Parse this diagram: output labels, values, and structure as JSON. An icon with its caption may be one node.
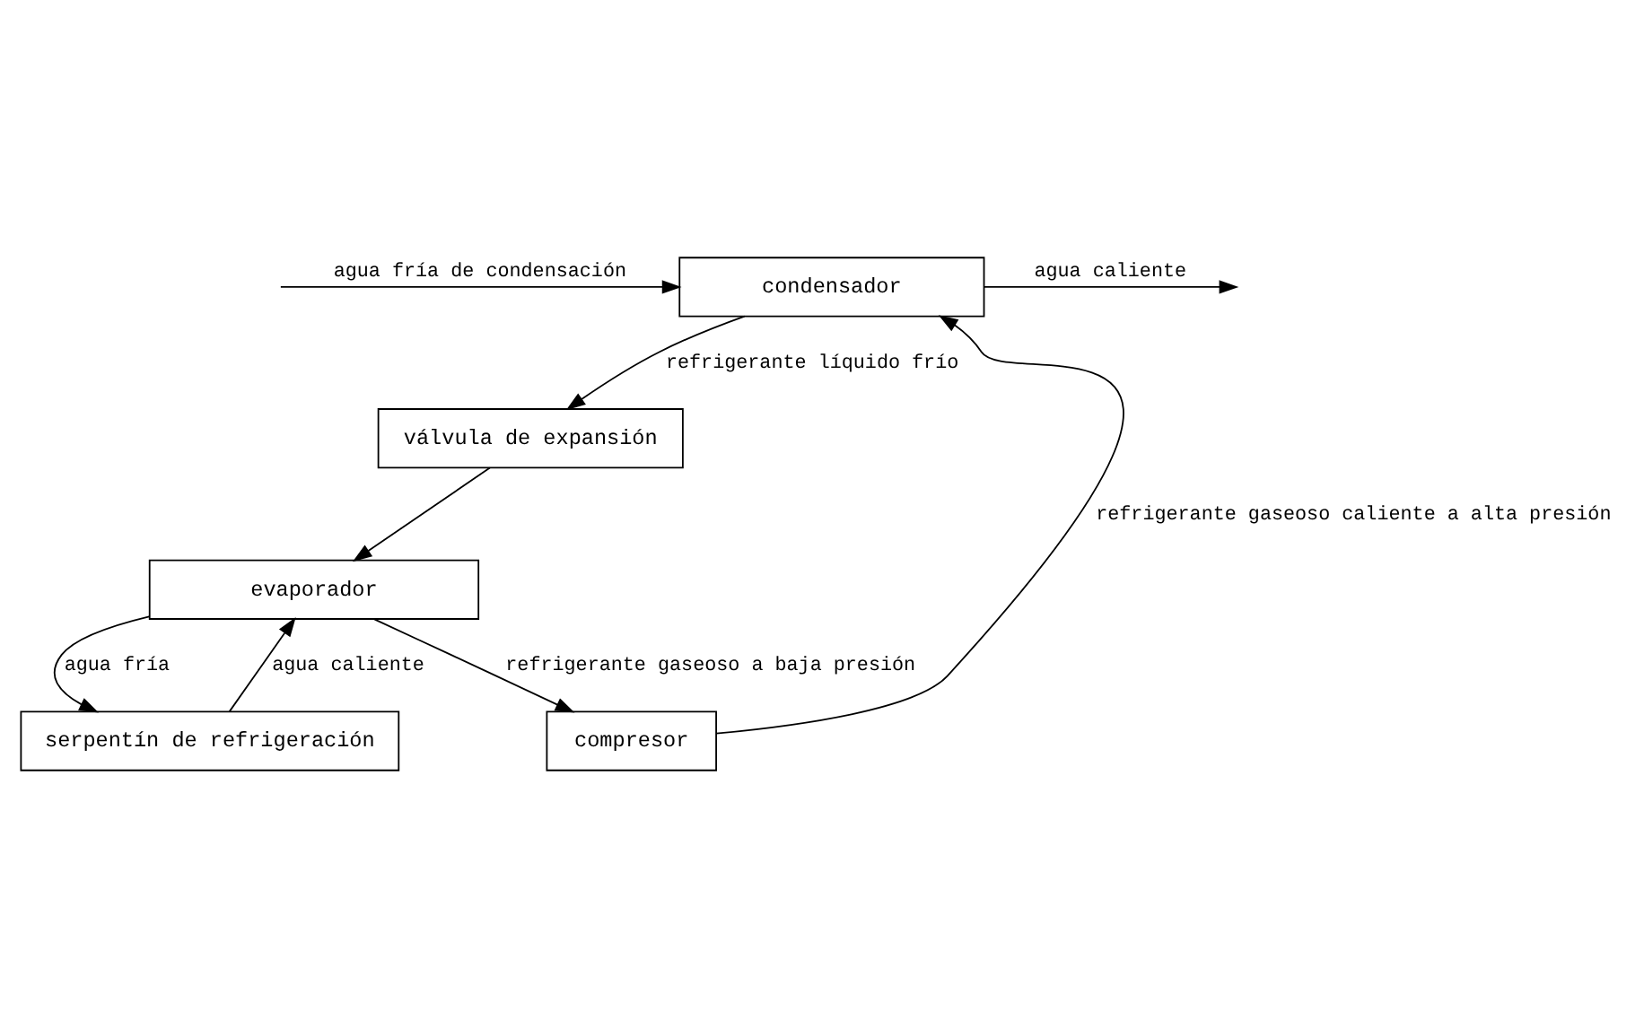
{
  "diagram": {
    "nodes": [
      {
        "text": [
          "condensador"
        ]
      },
      {
        "text": [
          "compresor"
        ]
      },
      {
        "text": [
          "válvula de expansión"
        ]
      },
      {
        "text": [
          "evaporador"
        ]
      },
      {
        "text": [
          "serpentín de refrigeración"
        ]
      }
    ],
    "edges": [
      {
        "from": null,
        "to": 0,
        "arrow": "to",
        "label": "agua fría de condensación"
      },
      {
        "from": 0,
        "to": null,
        "arrow": "to",
        "label": "agua caliente"
      },
      {
        "from": 0,
        "to": 2,
        "arrow": "to",
        "label": "refrigerante líquido frío"
      },
      {
        "from": 2,
        "to": 3,
        "arrow": "to"
      },
      {
        "from": 3,
        "to": 1,
        "arrow": "to",
        "label": "refrigerante gaseoso a baja presión"
      },
      {
        "from": 1,
        "to": 0,
        "arrow": "to",
        "label": "refrigerante gaseoso caliente a alta presión"
      },
      {
        "from": 3,
        "to": 4,
        "arrow": "to",
        "label": "agua fría"
      },
      {
        "from": 4,
        "to": 3,
        "arrow": "to",
        "label": "agua caliente"
      }
    ]
  }
}
